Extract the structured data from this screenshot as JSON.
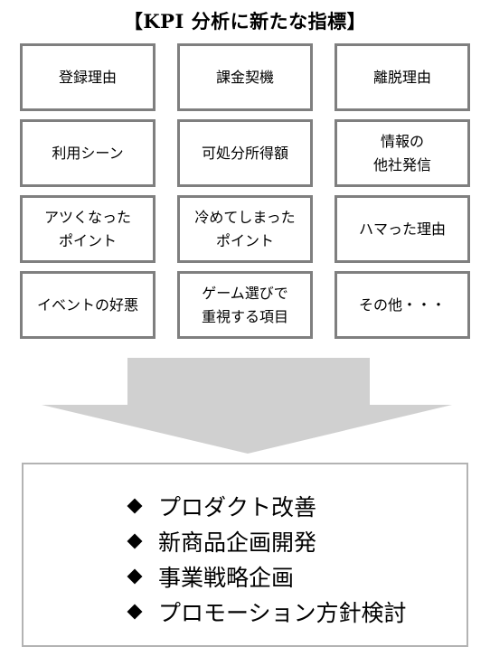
{
  "title": "【KPI 分析に新たな指標】",
  "indicators": [
    "登録理由",
    "課金契機",
    "離脱理由",
    "利用シーン",
    "可処分所得額",
    "情報の\n他社発信",
    "アツくなった\nポイント",
    "冷めてしまった\nポイント",
    "ハマった理由",
    "イベントの好悪",
    "ゲーム選びで\n重視する項目",
    "その他・・・"
  ],
  "outcomes": [
    "プロダクト改善",
    "新商品企画開発",
    "事業戦略企画",
    "プロモーション方針検討"
  ],
  "colors": {
    "box_border": "#7f7f7f",
    "arrow_fill": "#d0d0d0",
    "result_border": "#b3b3b3"
  }
}
